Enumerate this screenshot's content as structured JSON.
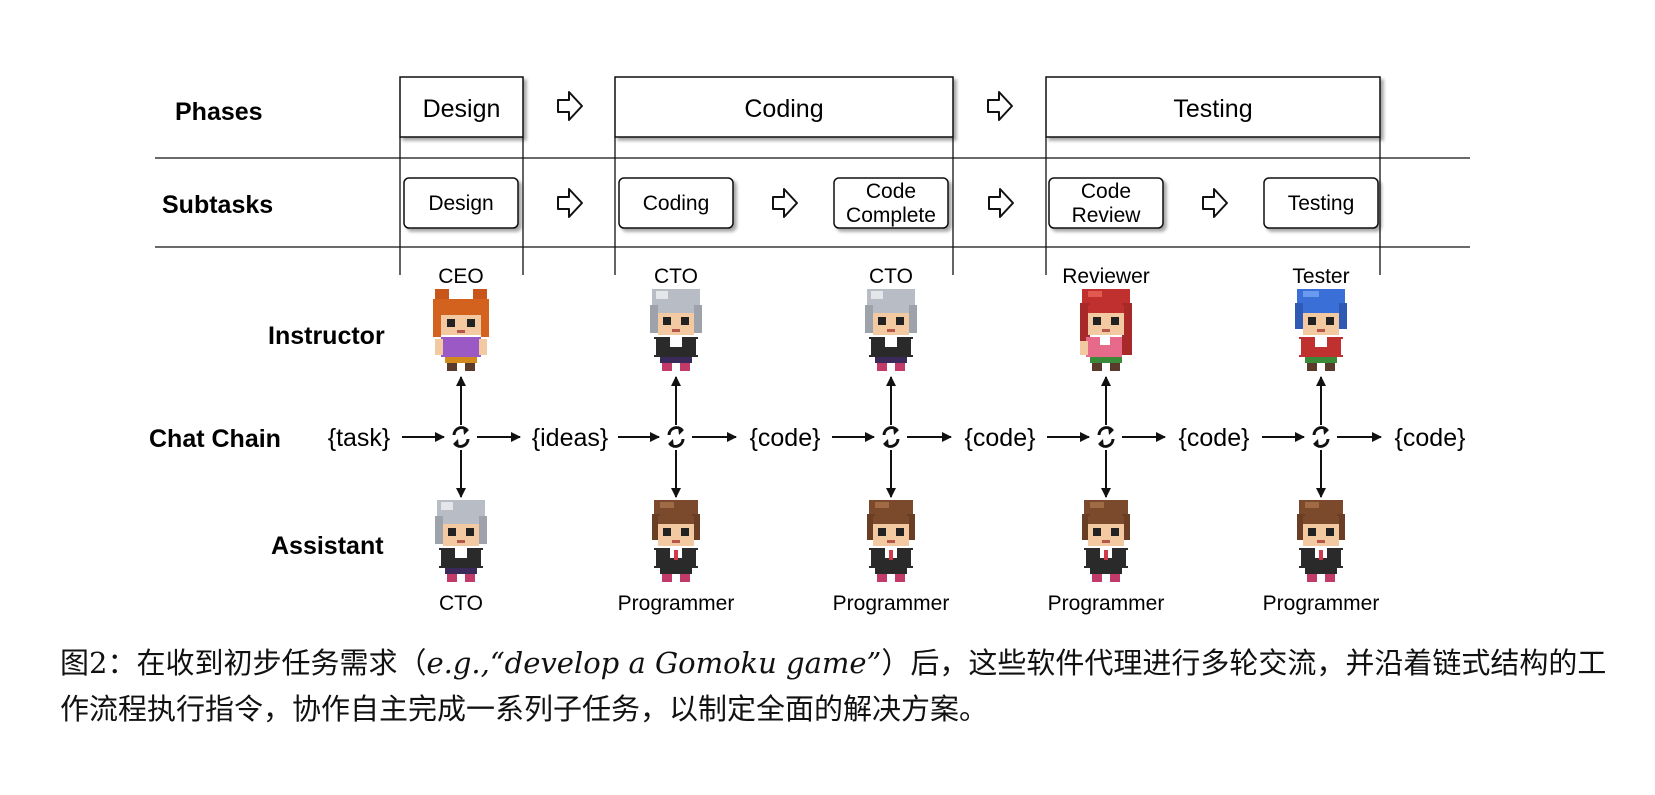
{
  "row_labels": {
    "phases": "Phases",
    "subtasks": "Subtasks",
    "instructor": "Instructor",
    "chat_chain": "Chat Chain",
    "assistant": "Assistant"
  },
  "phases": [
    "Design",
    "Coding",
    "Testing"
  ],
  "subtasks": [
    {
      "lines": [
        "Design"
      ],
      "instructor": "CEO",
      "assistant": "CTO",
      "instructor_sprite": "ceo-sprite",
      "assistant_sprite": "cto-sprite"
    },
    {
      "lines": [
        "Coding"
      ],
      "instructor": "CTO",
      "assistant": "Programmer",
      "instructor_sprite": "cto-sprite",
      "assistant_sprite": "programmer-sprite"
    },
    {
      "lines": [
        "Code",
        "Complete"
      ],
      "instructor": "CTO",
      "assistant": "Programmer",
      "instructor_sprite": "cto-sprite",
      "assistant_sprite": "programmer-sprite"
    },
    {
      "lines": [
        "Code",
        "Review"
      ],
      "instructor": "Reviewer",
      "assistant": "Programmer",
      "instructor_sprite": "reviewer-sprite",
      "assistant_sprite": "programmer-sprite"
    },
    {
      "lines": [
        "Testing"
      ],
      "instructor": "Tester",
      "assistant": "Programmer",
      "instructor_sprite": "tester-sprite",
      "assistant_sprite": "programmer-sprite"
    }
  ],
  "chain_tokens": [
    "{task}",
    "{ideas}",
    "{code}",
    "{code}",
    "{code}",
    "{code}"
  ],
  "icons": {
    "phase_arrow": "hollow-right-arrow-icon",
    "chat_node": "cycle-icon"
  },
  "caption": {
    "prefix": "图2：在收到初步任务需求（",
    "example_label": "e.g.,",
    "example_text": "“develop a Gomoku game”",
    "suffix": "）后，这些软件代理进行多轮交流，并沿着链式结构的工作流程执行指令，协作自主完成一系列子任务，以制定全面的解决方案。"
  },
  "colors": {
    "ink": "#111111",
    "ceo_hair": "#d2621e",
    "ceo_shirt": "#9b59c6",
    "cto_hair": "#b8bcc4",
    "programmer_hair": "#7b4a2c",
    "reviewer_hair": "#c0302e",
    "tester_hair": "#3a6fd8",
    "vest": "#2a2a2a"
  }
}
